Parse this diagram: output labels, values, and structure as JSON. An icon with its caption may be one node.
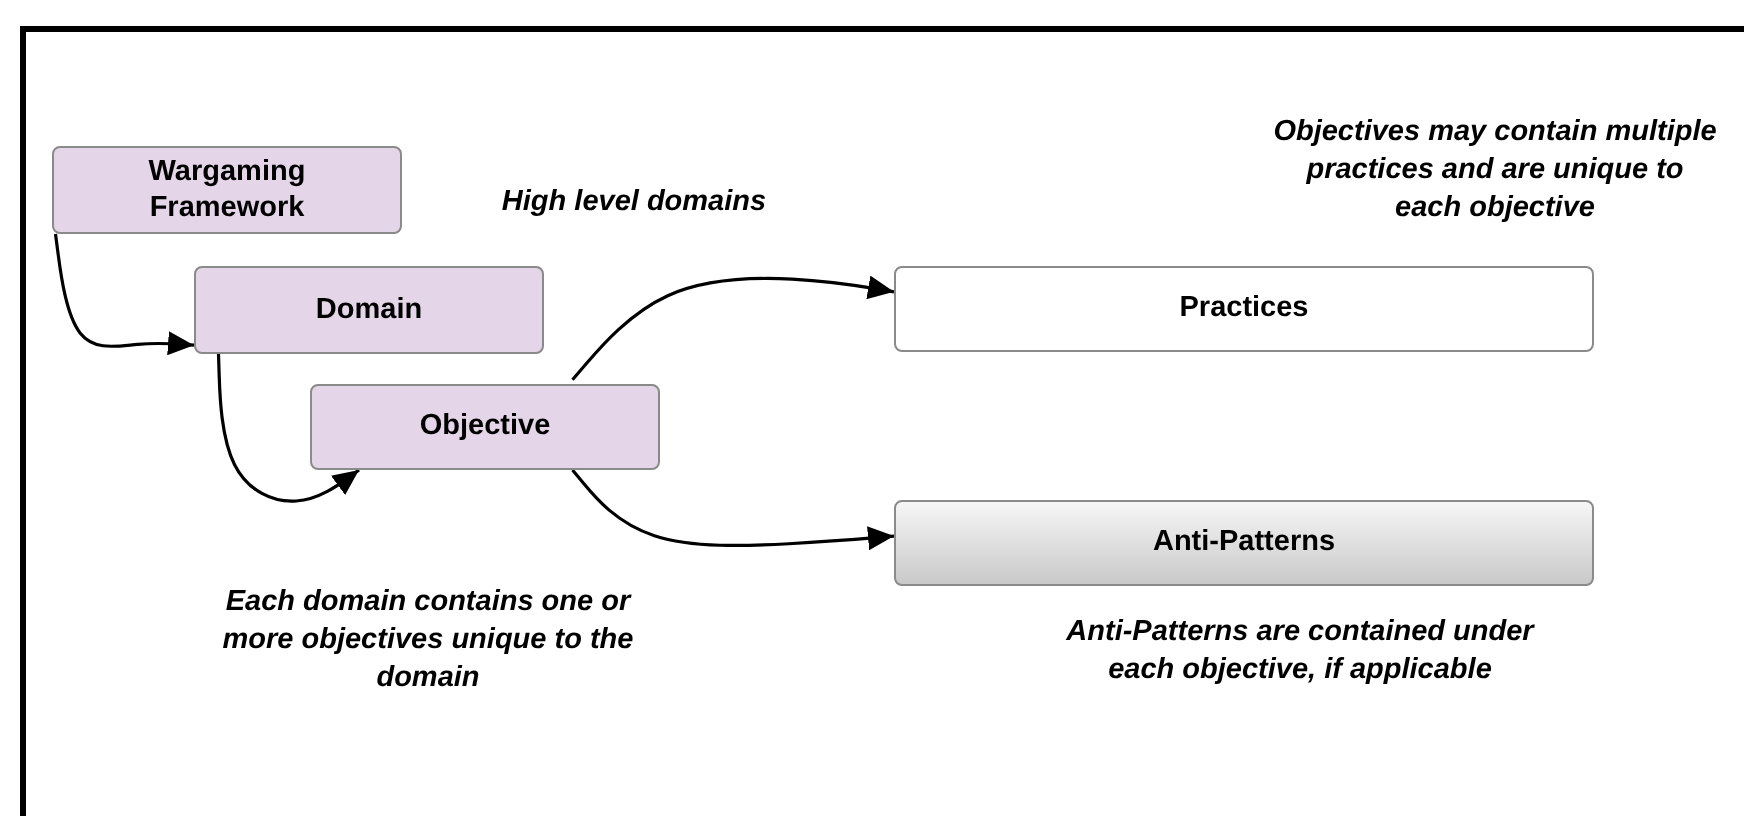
{
  "diagram": {
    "nodes": [
      {
        "text": [
          "Wargaming Framework"
        ]
      },
      {
        "text": [
          "Domain"
        ]
      },
      {
        "text": [
          "Objective"
        ]
      },
      {
        "text": [
          "Practices"
        ]
      },
      {
        "text": [
          "Anti-Patterns"
        ]
      }
    ],
    "edges": [
      {
        "from": 0,
        "to": 1,
        "arrow": "to"
      },
      {
        "from": 1,
        "to": 2,
        "arrow": "to"
      },
      {
        "from": 2,
        "to": 3,
        "arrow": "to"
      },
      {
        "from": 2,
        "to": 4,
        "arrow": "to"
      }
    ],
    "labels": [
      "High level domains",
      "Objectives may contain multiple practices and are unique to each objective",
      "Each domain contains one or more objectives unique to the domain",
      "Anti-Patterns are contained under each objective, if applicable"
    ]
  }
}
